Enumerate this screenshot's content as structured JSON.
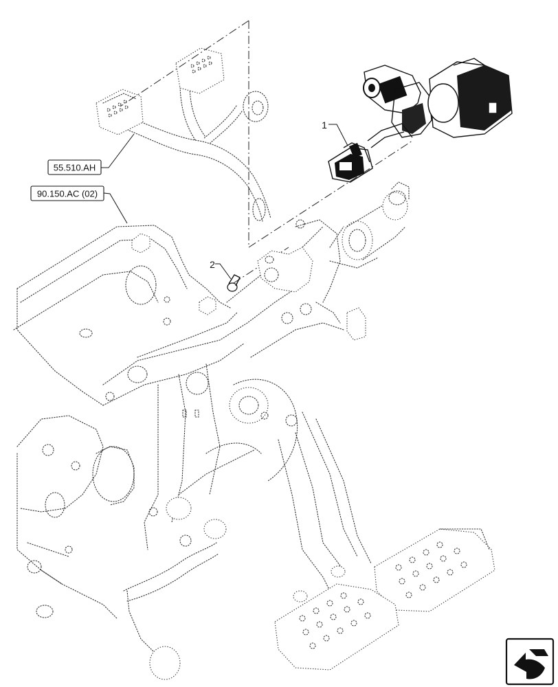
{
  "references": {
    "ref_1": "55.510.AH",
    "ref_2": "90.150.AC (02)"
  },
  "callouts": {
    "item_1": "1",
    "item_2": "2"
  },
  "icons": {
    "nav": "return-arrow-icon"
  }
}
